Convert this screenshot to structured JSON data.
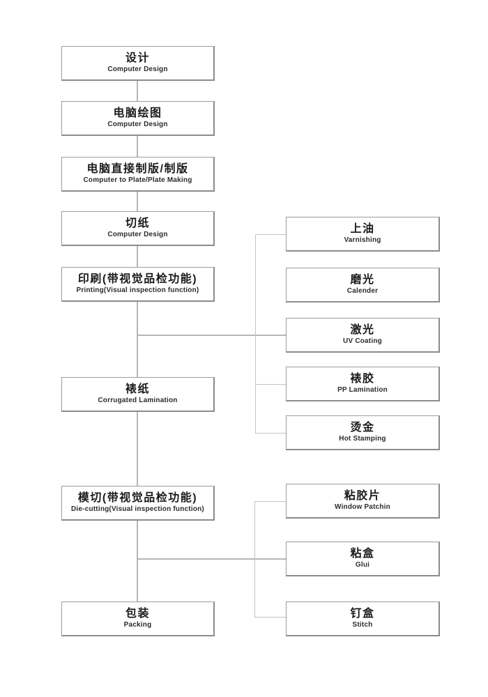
{
  "diagram": {
    "colors": {
      "background": "#ffffff",
      "box_border": "#9c9c9c",
      "box_border_dark": "#8b8b8b",
      "connector": "#b6b6b6",
      "connector_light": "#c2c2c2",
      "text_primary": "#1c1c1c",
      "text_secondary": "#2b2b2b"
    },
    "main_flow": [
      {
        "id": "design",
        "zh": "设计",
        "en": "Computer Design"
      },
      {
        "id": "computer-drawing",
        "zh": "电脑绘图",
        "en": "Computer Design"
      },
      {
        "id": "plate-making",
        "zh": "电脑直接制版/制版",
        "en": "Computer to Plate/Plate Making"
      },
      {
        "id": "paper-cutting",
        "zh": "切纸",
        "en": "Computer Design"
      },
      {
        "id": "printing",
        "zh": "印刷(带视觉品检功能)",
        "en": "Printing(Visual inspection function)"
      },
      {
        "id": "corrugated-lamination",
        "zh": "裱纸",
        "en": "Corrugated Lamination"
      },
      {
        "id": "die-cutting",
        "zh": "模切(带视觉品检功能)",
        "en": "Die-cutting(Visual inspection function)"
      },
      {
        "id": "packing",
        "zh": "包装",
        "en": "Packing"
      }
    ],
    "surface_finishing": [
      {
        "id": "varnishing",
        "zh": "上油",
        "en": "Varnishing"
      },
      {
        "id": "calender",
        "zh": "磨光",
        "en": "Calender"
      },
      {
        "id": "uv-coating",
        "zh": "激光",
        "en": "UV Coating"
      },
      {
        "id": "pp-lamination",
        "zh": "裱胶",
        "en": "PP Lamination"
      },
      {
        "id": "hot-stamping",
        "zh": "烫金",
        "en": "Hot Stamping"
      }
    ],
    "box_making": [
      {
        "id": "window-patching",
        "zh": "粘胶片",
        "en": "Window Patchin"
      },
      {
        "id": "gluing",
        "zh": "粘盒",
        "en": "Glui"
      },
      {
        "id": "stitching",
        "zh": "钉盒",
        "en": "Stitch"
      }
    ]
  }
}
